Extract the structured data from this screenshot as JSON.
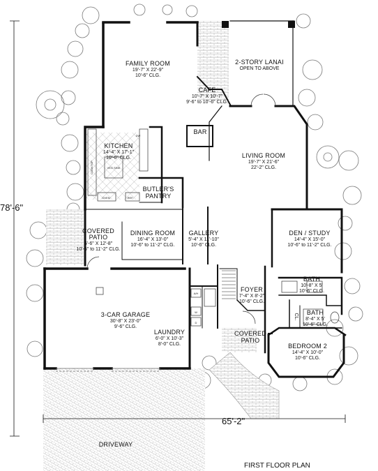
{
  "plan_title": "FIRST FLOOR PLAN",
  "overall_width": "65'-2\"",
  "overall_depth": "78'-6\"",
  "rooms": {
    "family_room": {
      "name": "FAMILY ROOM",
      "size": "19'-7\" X 22'-9\"",
      "ceiling": "10'-6\" CLG."
    },
    "lanai": {
      "name": "2-STORY LANAI",
      "note": "OPEN TO ABOVE"
    },
    "cafe": {
      "name": "CAFE",
      "size": "10'-7\" X 10'-7\"",
      "ceiling": "9'-6\" to 10'-6\" CLG."
    },
    "kitchen": {
      "name": "KITCHEN",
      "size": "14'-4\" X 17'-1\"",
      "ceiling": "10'-6\" CLG."
    },
    "bar": {
      "name": "BAR"
    },
    "living_room": {
      "name": "LIVING ROOM",
      "size": "19'-7\" X 21'-6\"",
      "ceiling": "22'-2\" CLG."
    },
    "butlers_pantry": {
      "name_line1": "BUTLER'S",
      "name_line2": "PANTRY"
    },
    "covered_patio_left": {
      "name_line1": "COVERED",
      "name_line2": "PATIO",
      "size": "6'-6\" X 12'-8\"",
      "ceiling": "10'-6\" to 11'-2\" CLG."
    },
    "dining_room": {
      "name": "DINING ROOM",
      "size": "16'-4\" X 13'-0\"",
      "ceiling": "10'-6\" to 11'-2\" CLG."
    },
    "gallery": {
      "name": "GALLERY",
      "size": "5'-4\" X 11'-10\"",
      "ceiling": "10'-6\" CLG."
    },
    "den": {
      "name": "DEN / STUDY",
      "size": "14'-4\" X 15'-0\"",
      "ceiling": "10'-6\" to 11'-2\" CLG."
    },
    "garage": {
      "name": "3-CAR GARAGE",
      "size": "30'-8\" X 23'-0\"",
      "ceiling": "9'-6\" CLG."
    },
    "laundry": {
      "name": "LAUNDRY",
      "size": "6'-0\" X 10'-3\"",
      "ceiling": "8'-0\" CLG."
    },
    "foyer": {
      "name": "FOYER",
      "size": "7'-4\" X 8'-2\"",
      "ceiling": "10'-6\" CLG."
    },
    "bath_1": {
      "name": "BATH",
      "size": "10'-8\" X 5'",
      "ceiling": "10'-6\" CLG."
    },
    "bath_2": {
      "name": "BATH",
      "size": "8'-4\" X 5'",
      "ceiling": "10'-6\" CLG."
    },
    "closet": {
      "name": "CL."
    },
    "covered_patio_front": {
      "name_line1": "COVERED",
      "name_line2": "PATIO"
    },
    "bedroom_2": {
      "name": "BEDROOM 2",
      "size": "14'-4\" X 10'-0\"",
      "ceiling": "10'-6\" CLG."
    },
    "driveway": {
      "name": "DRIVEWAY"
    }
  },
  "small_labels": {
    "dw": "DW",
    "refrigerator": "REF.",
    "oven": "OVEN",
    "cooktop": "COOKTOP",
    "veg_sink": "VEG SINK",
    "washer": "W",
    "dryer": "D",
    "air_handler": "A/H"
  }
}
